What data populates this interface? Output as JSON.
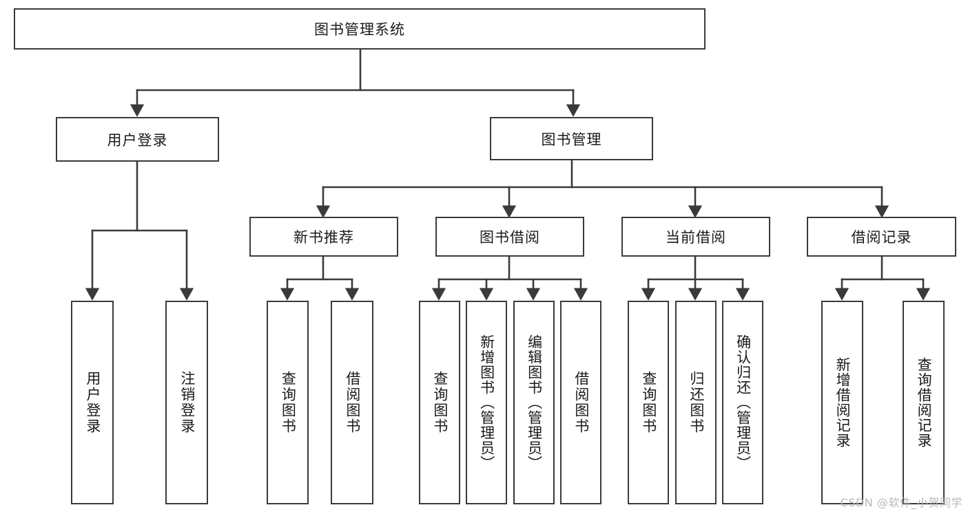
{
  "diagram": {
    "title": "图书管理系统",
    "type": "tree-hierarchy",
    "watermark": "CSDN @软件_小贺同学",
    "colors": {
      "box_border": "#3a3a3a",
      "box_fill": "#ffffff",
      "edge": "#3a3a3a",
      "text": "#1a1a1a",
      "watermark": "#b9b9b9",
      "background": "#ffffff"
    },
    "root": {
      "label": "图书管理系统"
    },
    "level2": [
      {
        "id": "user-login",
        "label": "用户登录"
      },
      {
        "id": "book-manage",
        "label": "图书管理"
      }
    ],
    "level3": [
      {
        "id": "new-book-recommend",
        "label": "新书推荐",
        "parent": "book-manage"
      },
      {
        "id": "book-borrow",
        "label": "图书借阅",
        "parent": "book-manage"
      },
      {
        "id": "current-borrow",
        "label": "当前借阅",
        "parent": "book-manage"
      },
      {
        "id": "borrow-record",
        "label": "借阅记录",
        "parent": "book-manage"
      }
    ],
    "leaves": {
      "user-login": [
        {
          "id": "leaf-user-login",
          "label": "用户登录"
        },
        {
          "id": "leaf-logout",
          "label": "注销登录"
        }
      ],
      "new-book-recommend": [
        {
          "id": "leaf-query-book-1",
          "label": "查询图书"
        },
        {
          "id": "leaf-borrow-book-1",
          "label": "借阅图书"
        }
      ],
      "book-borrow": [
        {
          "id": "leaf-query-book-2",
          "label": "查询图书"
        },
        {
          "id": "leaf-add-book",
          "label": "新增图书（管理员）"
        },
        {
          "id": "leaf-edit-book",
          "label": "编辑图书（管理员）"
        },
        {
          "id": "leaf-borrow-book-2",
          "label": "借阅图书"
        }
      ],
      "current-borrow": [
        {
          "id": "leaf-query-book-3",
          "label": "查询图书"
        },
        {
          "id": "leaf-return-book",
          "label": "归还图书"
        },
        {
          "id": "leaf-confirm-return",
          "label": "确认归还（管理员）"
        }
      ],
      "borrow-record": [
        {
          "id": "leaf-add-record",
          "label": "新增借阅记录"
        },
        {
          "id": "leaf-query-record",
          "label": "查询借阅记录"
        }
      ]
    }
  }
}
